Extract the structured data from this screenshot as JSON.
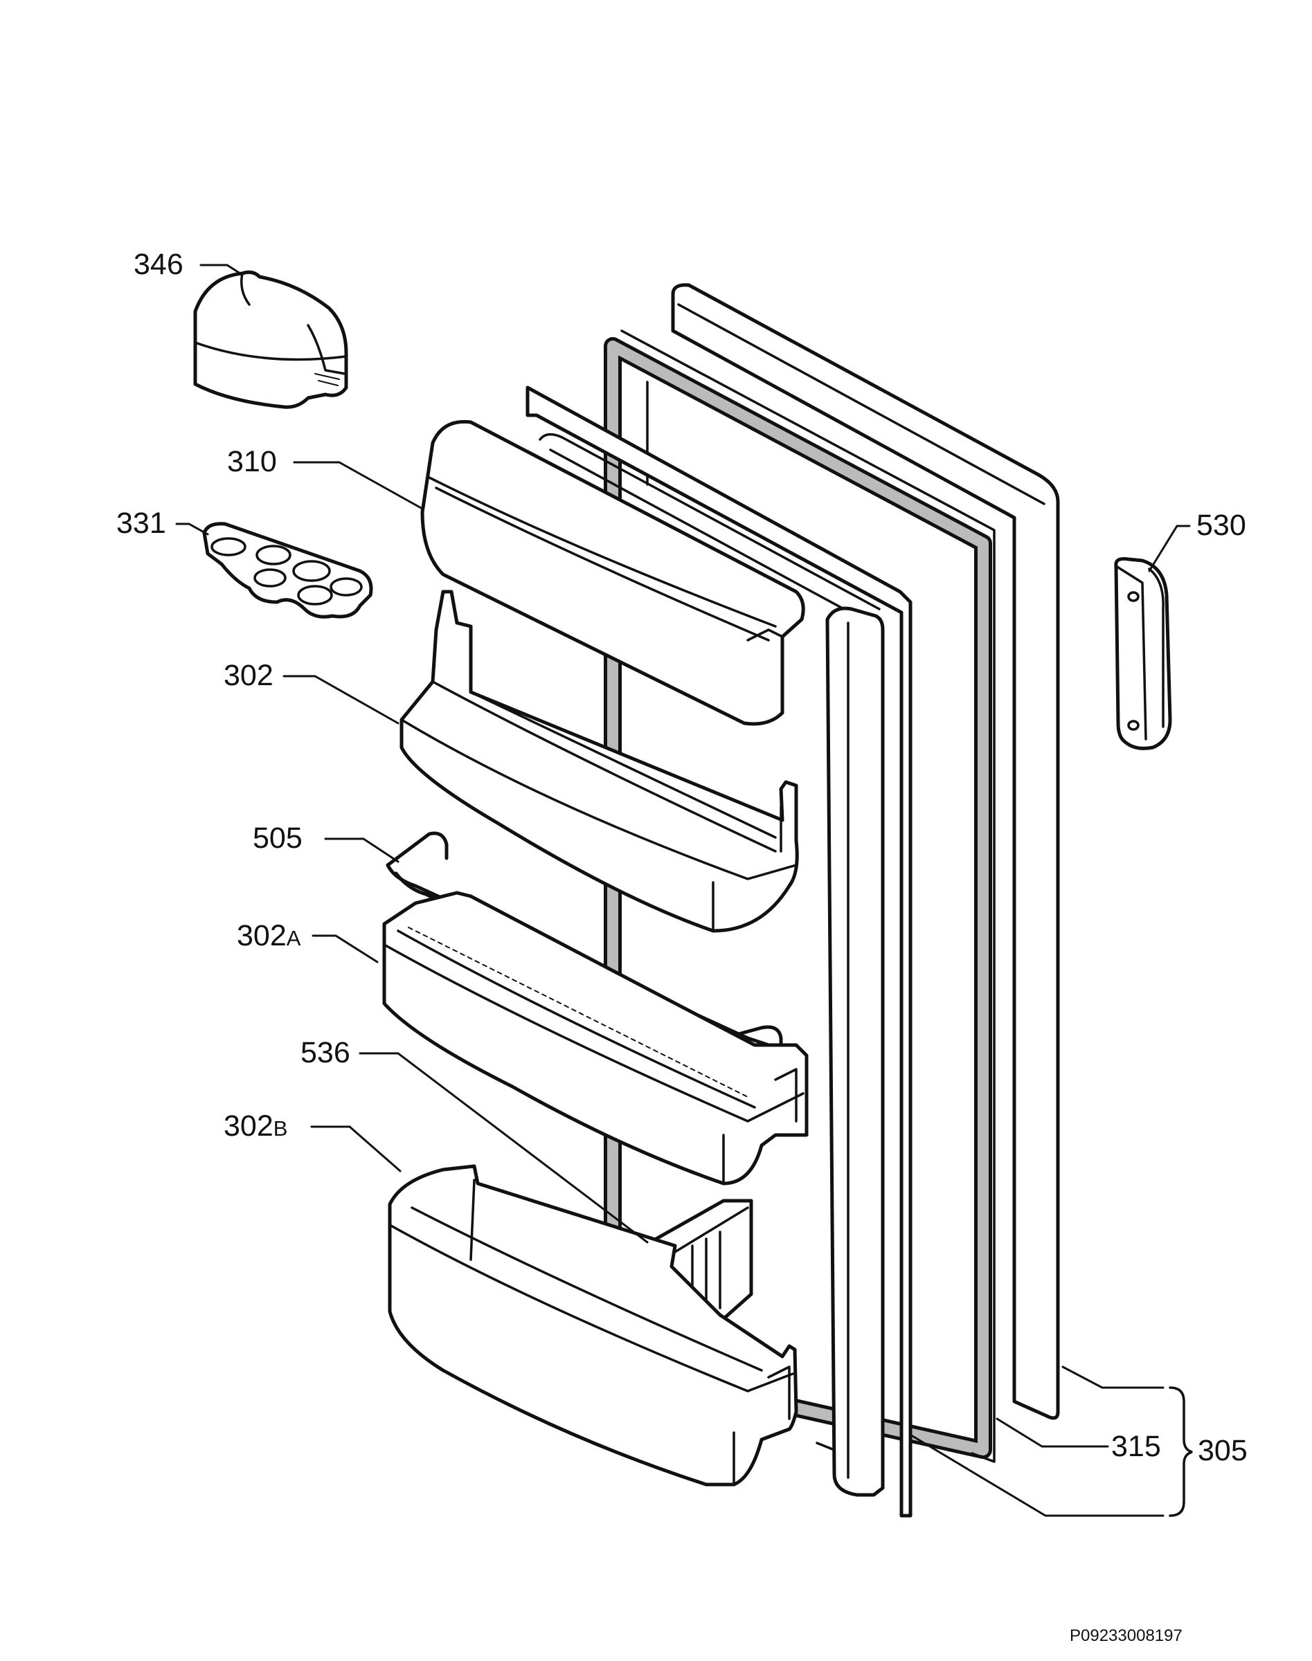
{
  "labels": {
    "p346": "346",
    "p310": "310",
    "p331": "331",
    "p302": "302",
    "p505": "505",
    "p302A": "302",
    "p302A_suffix": "A",
    "p536": "536",
    "p302B": "302",
    "p302B_suffix": "B",
    "p530": "530",
    "p315": "315",
    "p305": "305"
  },
  "drawing_code": "P09233008197"
}
